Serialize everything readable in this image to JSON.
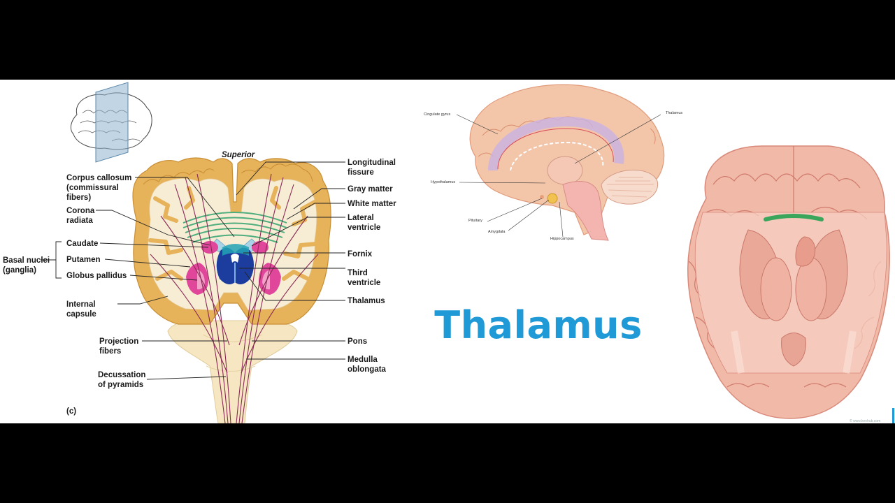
{
  "title": "Thalamus",
  "coronal_section": {
    "panel_letter": "(c)",
    "orientation": "Superior",
    "labels_left": {
      "corpus_callosum": [
        "Corpus callosum",
        "(commissural",
        "fibers)"
      ],
      "corona_radiata": [
        "Corona",
        "radiata"
      ],
      "basal_nuclei": [
        "Basal nuclei",
        "(ganglia)"
      ],
      "caudate": "Caudate",
      "putamen": "Putamen",
      "globus_pallidus": "Globus pallidus",
      "internal_capsule": [
        "Internal",
        "capsule"
      ],
      "projection_fibers": [
        "Projection",
        "fibers"
      ],
      "decussation": [
        "Decussation",
        "of pyramids"
      ]
    },
    "labels_right": {
      "longitudinal_fissure": [
        "Longitudinal",
        "fissure"
      ],
      "gray_matter": "Gray matter",
      "white_matter": "White matter",
      "lateral_ventricle": [
        "Lateral",
        "ventricle"
      ],
      "fornix": "Fornix",
      "third_ventricle": [
        "Third",
        "ventricle"
      ],
      "thalamus": "Thalamus",
      "pons": "Pons",
      "medulla": [
        "Medulla",
        "oblongata"
      ]
    }
  },
  "sagittal_section": {
    "cingulate_gyrus": "Cingulate gyrus",
    "thalamus": "Thalamus",
    "hypothalamus": "Hypothalamus",
    "pituitary": "Pituitary",
    "amygdala": "Amygdala",
    "hippocampus": "Hippocampus"
  },
  "colors": {
    "title": "#1f9ad6",
    "gray_matter": "#e6b25a",
    "white_matter": "#f5e9cc",
    "thalamus": "#1c3d9e",
    "basal_nuclei": "#e0479a",
    "fibers": "#8a2a55",
    "corpus_callosum": "#4fae7e",
    "brain_flesh": "#f1b9a8",
    "highlight": "#3aa65c"
  }
}
